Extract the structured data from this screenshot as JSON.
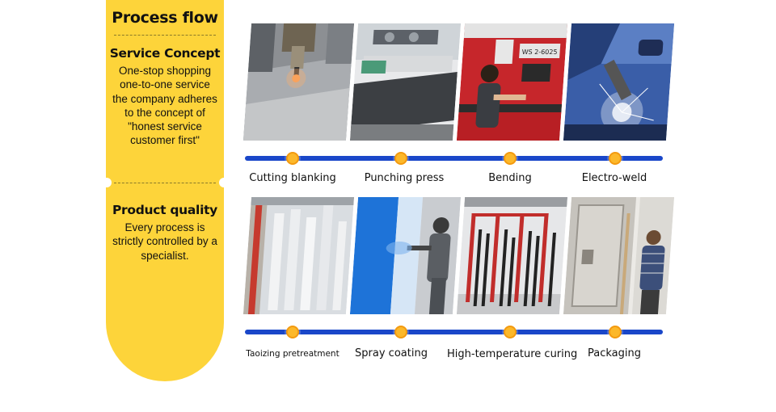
{
  "panel": {
    "title": "Process flow",
    "service_heading": "Service Concept",
    "service_text": "One-stop shopping one-to-one service the company adheres to the concept of \"honest service customer first\"",
    "quality_heading": "Product quality",
    "quality_text": "Every process is strictly controlled by a specialist."
  },
  "steps_row1": [
    {
      "label": "Cutting blanking"
    },
    {
      "label": "Punching press"
    },
    {
      "label": "Bending"
    },
    {
      "label": "Electro-weld"
    }
  ],
  "steps_row2": [
    {
      "label": "Taoizing pretreatment"
    },
    {
      "label": "Spray coating"
    },
    {
      "label": "High-temperature curing"
    },
    {
      "label": "Packaging"
    }
  ],
  "colors": {
    "panel": "#fdd43a",
    "timeline": "#1a47c9",
    "dot": "#fcb82a"
  },
  "photo_texts": {
    "bending_sign": "WS 2-6025"
  }
}
